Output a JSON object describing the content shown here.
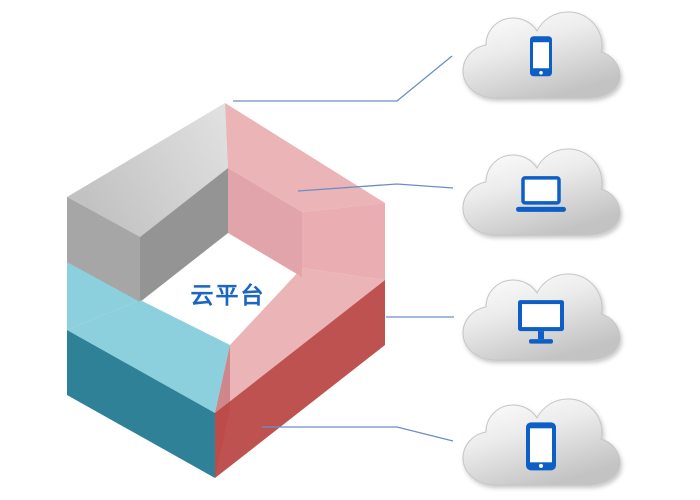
{
  "hexagon": {
    "label": "云平台",
    "segments": [
      {
        "name": "gray",
        "position": "top-left"
      },
      {
        "name": "red",
        "position": "right"
      },
      {
        "name": "teal",
        "position": "bottom-left"
      }
    ]
  },
  "clouds": [
    {
      "icon": "smartphone-icon"
    },
    {
      "icon": "laptop-icon"
    },
    {
      "icon": "desktop-icon"
    },
    {
      "icon": "tablet-icon"
    }
  ],
  "colors": {
    "gray_band_light": "#e2e2e2",
    "gray_band_dark": "#c2c2c2",
    "gray_cap": "#a6a6a6",
    "gray_wall": "#949494",
    "pink": "#e7a3a7",
    "pink_wall": "#db949b",
    "red_dark": "#bb4947",
    "red_cap": "#d0878b",
    "teal_light": "#8ccfdd",
    "teal_dark": "#2e8197",
    "cloud_light": "#ffffff",
    "cloud_mid": "#ececec",
    "cloud_dark": "#c3c3c3",
    "connector": "#6b8ec7",
    "icon_blue": "#0d5fc6",
    "label": "#1a66c0"
  }
}
